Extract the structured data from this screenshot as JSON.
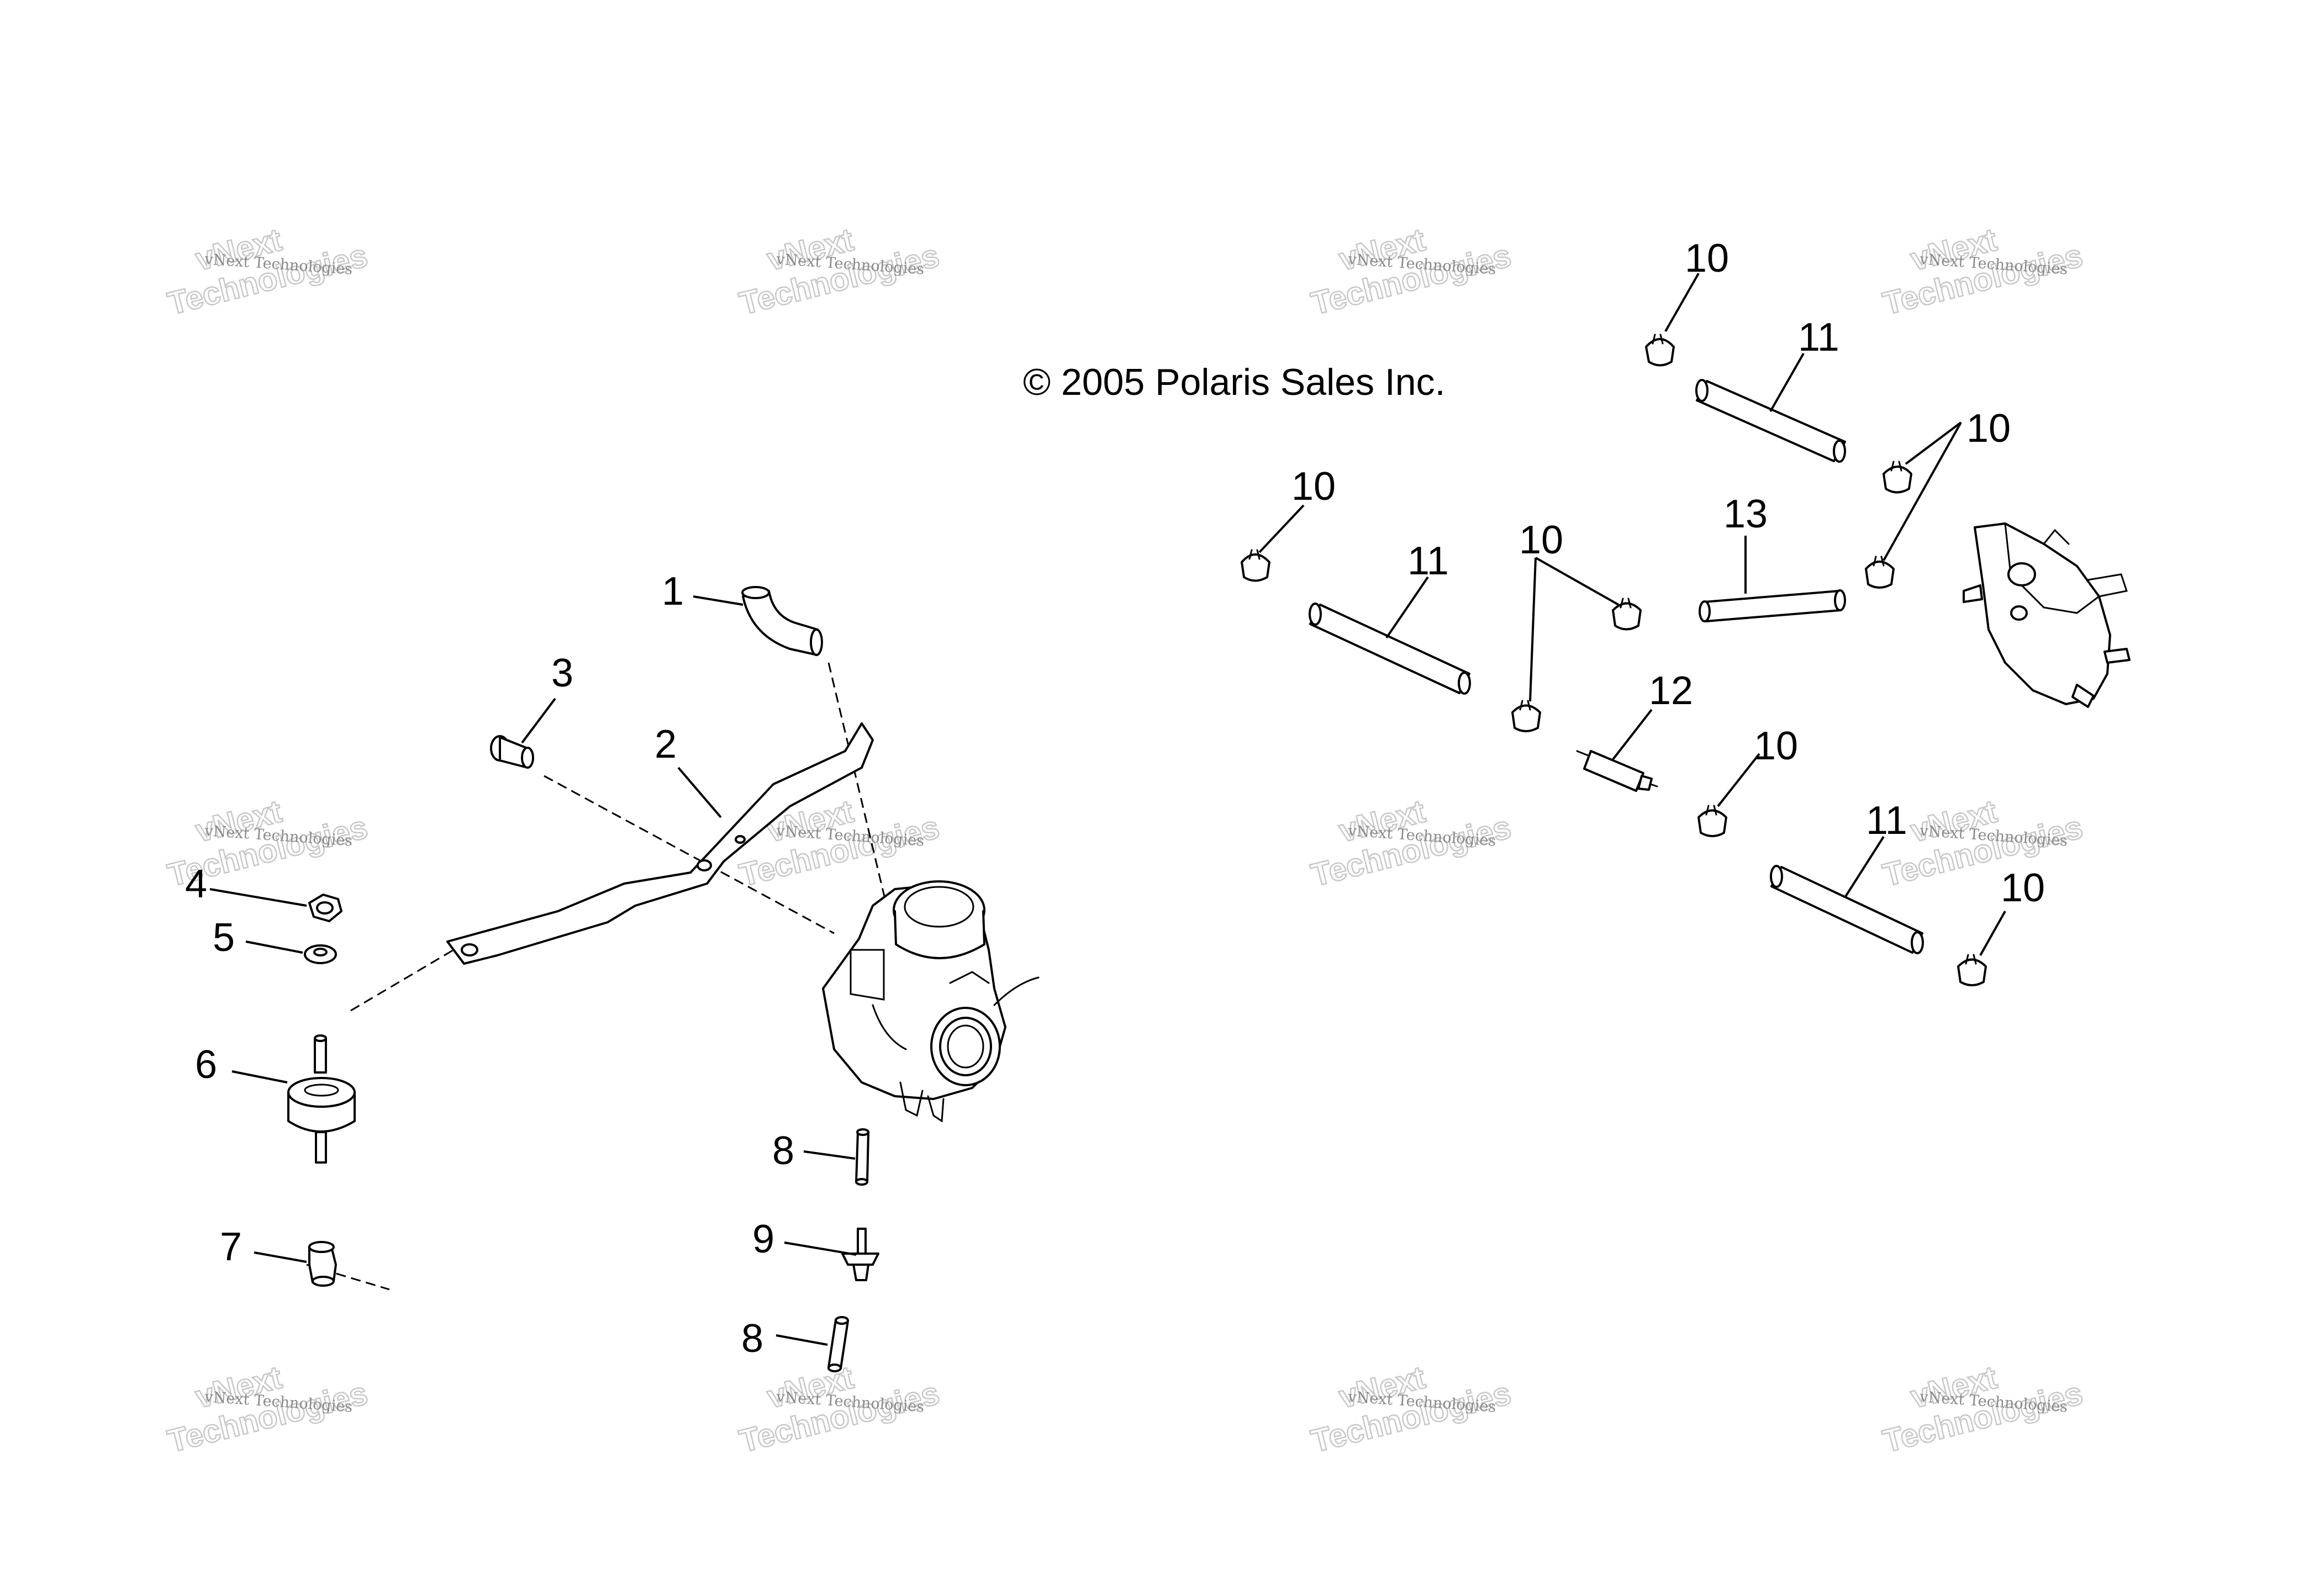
{
  "copyright": "© 2005 Polaris Sales Inc.",
  "watermark": {
    "line1": "vNext",
    "line2": "Technologies",
    "small_text": "vNext Technologies"
  },
  "callouts": {
    "c1": "1",
    "c2": "2",
    "c3": "3",
    "c4": "4",
    "c5": "5",
    "c6": "6",
    "c7": "7",
    "c8a": "8",
    "c8b": "8",
    "c9": "9",
    "c10a": "10",
    "c10b": "10",
    "c10c": "10",
    "c10d": "10",
    "c10e": "10",
    "c10f": "10",
    "c11a": "11",
    "c11b": "11",
    "c11c": "11",
    "c12": "12",
    "c13": "13"
  }
}
